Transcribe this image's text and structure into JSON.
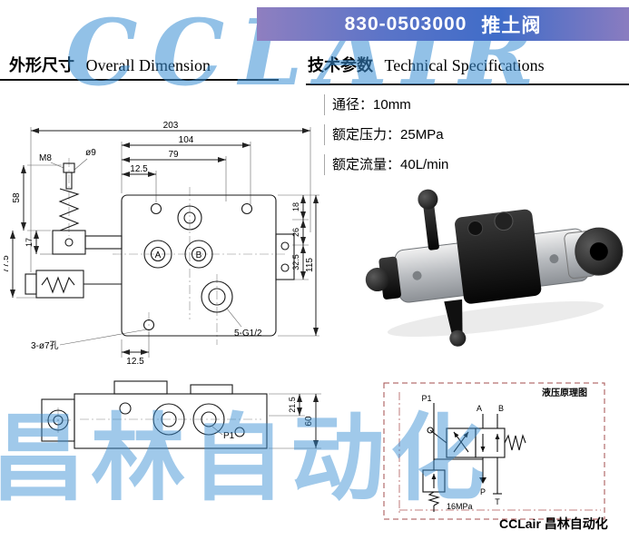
{
  "header": {
    "model": "830-0503000",
    "name": "推土阀"
  },
  "titles": {
    "dimension_cn": "外形尺寸",
    "dimension_en": "Overall Dimension",
    "specs_cn": "技术参数",
    "specs_en": "Technical Specifications"
  },
  "specs": [
    {
      "label": "通径：",
      "value": "10mm"
    },
    {
      "label": "额定压力：",
      "value": "25MPa"
    },
    {
      "label": "额定流量：",
      "value": "40L/min"
    }
  ],
  "main_drawing": {
    "dims": {
      "total_width": "203",
      "width_104": "104",
      "width_79": "79",
      "top_offset": "12.5",
      "bottom_offset": "12.5",
      "thread": "M8",
      "stem_diameter": "ø9",
      "left_height_58": "58",
      "left_height_17": "17",
      "left_height_77_5": "77.5",
      "right_height_18": "18",
      "right_height_26": "26",
      "right_height_32_5": "32.5",
      "total_height": "115",
      "holes_note": "3-ø7孔",
      "ports_note": "5-G1/2",
      "port_a": "A",
      "port_b": "B"
    }
  },
  "bottom_drawing": {
    "dims": {
      "depth_21_5": "21.5",
      "depth_60": "60"
    },
    "port_p1": "P1"
  },
  "schematic": {
    "title": "液压原理图",
    "port_p1": "P1",
    "port_a": "A",
    "port_b": "B",
    "port_p": "P",
    "port_t": "T",
    "relief_pressure": "16MPa"
  },
  "watermarks": {
    "top": "CCLAIR",
    "bottom": "昌林自动化"
  },
  "footer": {
    "brand": "CCLair 昌林自动化"
  }
}
